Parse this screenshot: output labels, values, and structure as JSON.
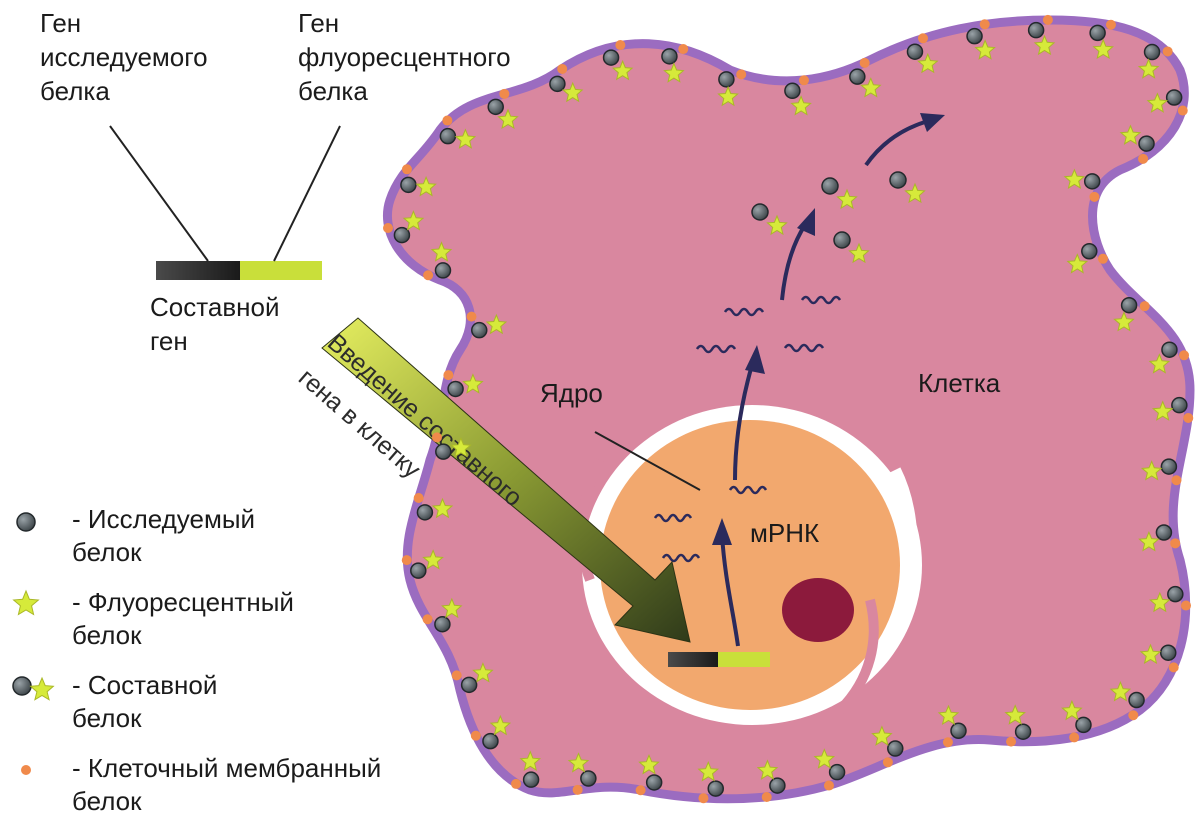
{
  "labels": {
    "gene_studied": "Ген\nисследуемого\nбелка",
    "gene_fluor": "Ген\nфлуоресцентного\nбелка",
    "fusion_gene": "Составной\nген",
    "arrow_line1": "Введение составного",
    "arrow_line2": "гена в клетку",
    "nucleus": "Ядро",
    "cell": "Клетка",
    "mrna": "мРНК"
  },
  "legend": [
    {
      "icon": "studied-protein-icon",
      "text": "- Исследуемый\nбелок"
    },
    {
      "icon": "fluorescent-protein-icon",
      "text": "- Флуоресцентный\nбелок"
    },
    {
      "icon": "fusion-protein-icon",
      "text": "- Составной\nбелок"
    },
    {
      "icon": "membrane-protein-icon",
      "text": "- Клеточный мембранный\nбелок"
    }
  ],
  "colors": {
    "cytoplasm": "#d9879f",
    "membrane": "#9b6cc0",
    "nucleus": "#f2a86e",
    "nucleolus": "#8c1a3c",
    "gene_dark": "#2c2c2c",
    "gene_yellow": "#c9df3a",
    "protein_gray": "#5a6368",
    "star_yellow": "#d6ea3a",
    "membrane_dot": "#f08a4b",
    "mrna": "#2b2a5c"
  }
}
